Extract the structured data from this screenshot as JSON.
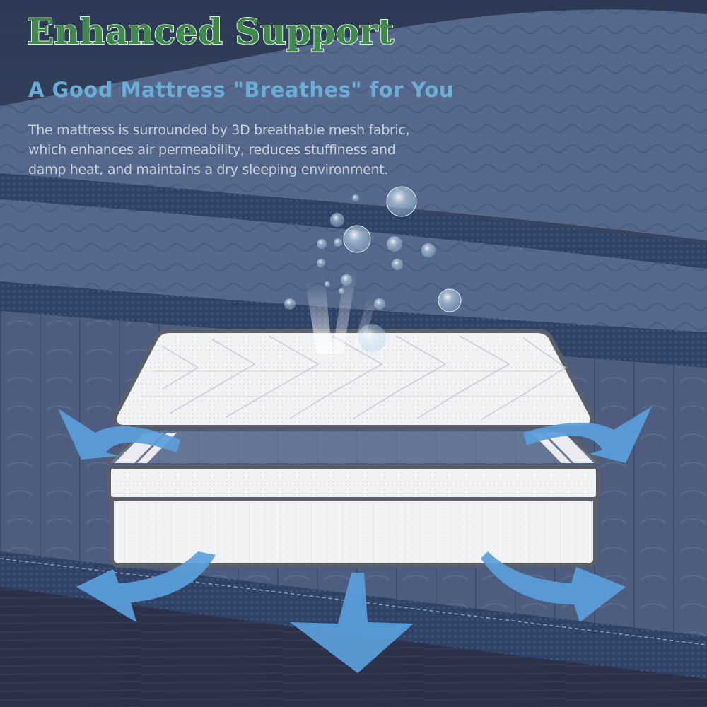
{
  "banner": {
    "title": "Enhanced Support",
    "subtitle": "A Good Mattress \"Breathes\" for You",
    "description_lines": [
      "The mattress is surrounded by 3D breathable mesh fabric,",
      "which enhances air permeability, reduces stuffiness and",
      "damp heat, and maintains a dry sleeping environment."
    ]
  },
  "illustration": {
    "subject": "layered mattress (pillow-top, comfort layer, base)",
    "airflow_arrows": [
      "arrow-up-left",
      "arrow-up-right",
      "arrow-down-left",
      "arrow-down",
      "arrow-down-right"
    ],
    "bubbles": "air-bubbles rising from mattress top"
  },
  "colors": {
    "background_navy": "#3a4866",
    "title_green": "#3d8a4a",
    "subtitle_blue": "#6aaed6",
    "body_text": "#c7d1de",
    "arrow_blue": "#5a9fdc",
    "mattress_white": "#f2f3f5",
    "mattress_trim": "#5b5f6a"
  }
}
